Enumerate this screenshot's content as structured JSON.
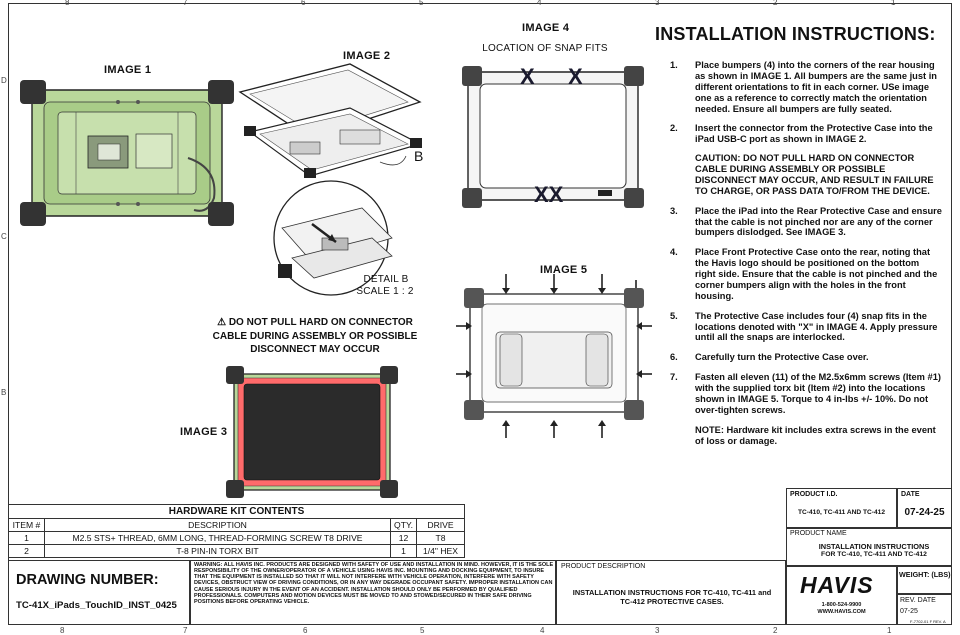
{
  "zones_top": [
    "8",
    "7",
    "6",
    "5",
    "4",
    "3",
    "2",
    "1"
  ],
  "zones_bottom": [
    "8",
    "7",
    "6",
    "5",
    "4",
    "3",
    "2",
    "1"
  ],
  "zones_side": [
    "D",
    "C",
    "B"
  ],
  "images": {
    "image1": "IMAGE 1",
    "image2": "IMAGE 2",
    "image3": "IMAGE 3",
    "image4": "IMAGE 4",
    "image5": "IMAGE 5",
    "snap_fits": "LOCATION OF SNAP FITS",
    "callout_b": "B",
    "detail": "DETAIL B",
    "scale": "SCALE 1 : 2",
    "x_marks": [
      "X",
      "X",
      "XX"
    ]
  },
  "warning_note": {
    "line1": "DO NOT PULL HARD ON CONNECTOR",
    "line2": "CABLE DURING ASSEMBLY OR POSSIBLE",
    "line3": "DISCONNECT MAY OCCUR"
  },
  "instructions": {
    "title": "INSTALLATION INSTRUCTIONS:",
    "steps": [
      {
        "num": "1.",
        "text": "Place bumpers (4) into the corners of the rear housing as shown in IMAGE 1. All bumpers are the same just in different orientations to fit in each corner. USe image one as a reference to correctly match the orientation needed. Ensure all bumpers are fully seated."
      },
      {
        "num": "2.",
        "text": "Insert the connector from the Protective Case into the iPad USB-C port as shown in IMAGE 2.",
        "caution": "CAUTION: DO NOT PULL HARD ON CONNECTOR CABLE DURING ASSEMBLY OR POSSIBLE DISCONNECT MAY OCCUR, AND RESULT IN FAILURE TO CHARGE, OR PASS DATA TO/FROM THE DEVICE."
      },
      {
        "num": "3.",
        "text": "Place the iPad into the Rear Protective Case and ensure that the cable is not pinched nor are any of the corner bumpers dislodged. See IMAGE 3."
      },
      {
        "num": "4.",
        "text": "Place Front Protective Case onto the rear, noting that the Havis logo should be positioned on the bottom right side. Ensure that the cable is not pinched and the corner bumpers align with the holes in the front housing."
      },
      {
        "num": "5.",
        "text": "The Protective Case includes four (4) snap fits in the locations denoted with \"X\" in IMAGE 4. Apply pressure until all the snaps are interlocked."
      },
      {
        "num": "6.",
        "text": "Carefully turn the Protective Case over."
      },
      {
        "num": "7.",
        "text": "Fasten all eleven (11)  of the M2.5x6mm screws (Item #1) with the supplied torx bit (Item #2) into the locations shown in IMAGE 5. Torque to 4 in-lbs +/- 10%. Do not over-tighten screws."
      }
    ],
    "note": "NOTE: Hardware kit includes extra screws in the event of loss or damage."
  },
  "hardware": {
    "title": "HARDWARE KIT CONTENTS",
    "headers": [
      "ITEM #",
      "DESCRIPTION",
      "QTY.",
      "DRIVE"
    ],
    "rows": [
      [
        "1",
        "M2.5 STS+ THREAD, 6MM LONG, THREAD-FORMING SCREW T8 DRIVE",
        "12",
        "T8"
      ],
      [
        "2",
        "T-8 PIN-IN TORX BIT",
        "1",
        "1/4\" HEX"
      ]
    ]
  },
  "title_block": {
    "drawing_number_label": "DRAWING NUMBER:",
    "drawing_number": "TC-41X_iPads_TouchID_INST_0425",
    "disclaimer": "WARNING:  ALL HAVIS INC. PRODUCTS ARE DESIGNED WITH SAFETY OF USE AND INSTALLATION IN MIND.  HOWEVER, IT IS THE SOLE RESPONSIBILITY OF THE OWNER/OPERATOR OF A VEHICLE USING HAVIS INC. MOUNTING AND DOCKING EQUIPMENT, TO INSURE THAT THE EQUIPMENT IS INSTALLED SO THAT IT WILL NOT INTERFERE WITH VEHICLE OPERATION, INTERFERE WITH SAFETY DEVICES, OBSTRUCT VIEW OF DRIVING CONDITIONS, OR IN ANY WAY DEGRADE OCCUPANT SAFETY.  IMPROPER INSTALLATION CAN CAUSE SERIOUS INJURY IN THE EVENT OF AN ACCIDENT.  INSTALLATION SHOULD ONLY BE PERFORMED BY QUALIFIED PROFESSIONALS.  COMPUTERS AND MOTION DEVICES MUST BE MOVED TO AND STOWED/SECURED IN THEIR SAFE DRIVING POSITIONS BEFORE OPERATING VEHICLE.",
    "product_description_label": "PRODUCT DESCRIPTION",
    "product_description": "INSTALLATION INSTRUCTIONS FOR TC-410, TC-411 and TC-412 PROTECTIVE CASES.",
    "product_id_label": "PRODUCT I.D.",
    "product_id": "TC-410, TC-411 AND TC-412",
    "date_label": "DATE",
    "date": "07-24-25",
    "product_name_label": "PRODUCT NAME",
    "product_name_line1": "INSTALLATION INSTRUCTIONS",
    "product_name_line2": "FOR TC-410, TC-411 AND TC-412",
    "logo": "HAVIS",
    "phone": "1-800-524-9900",
    "website": "WWW.HAVIS.COM",
    "weight_label": "WEIGHT: (LBS)",
    "rev_label": "REV. DATE",
    "rev": "07-25",
    "form_code": "F-7702-01 F REV. A"
  }
}
